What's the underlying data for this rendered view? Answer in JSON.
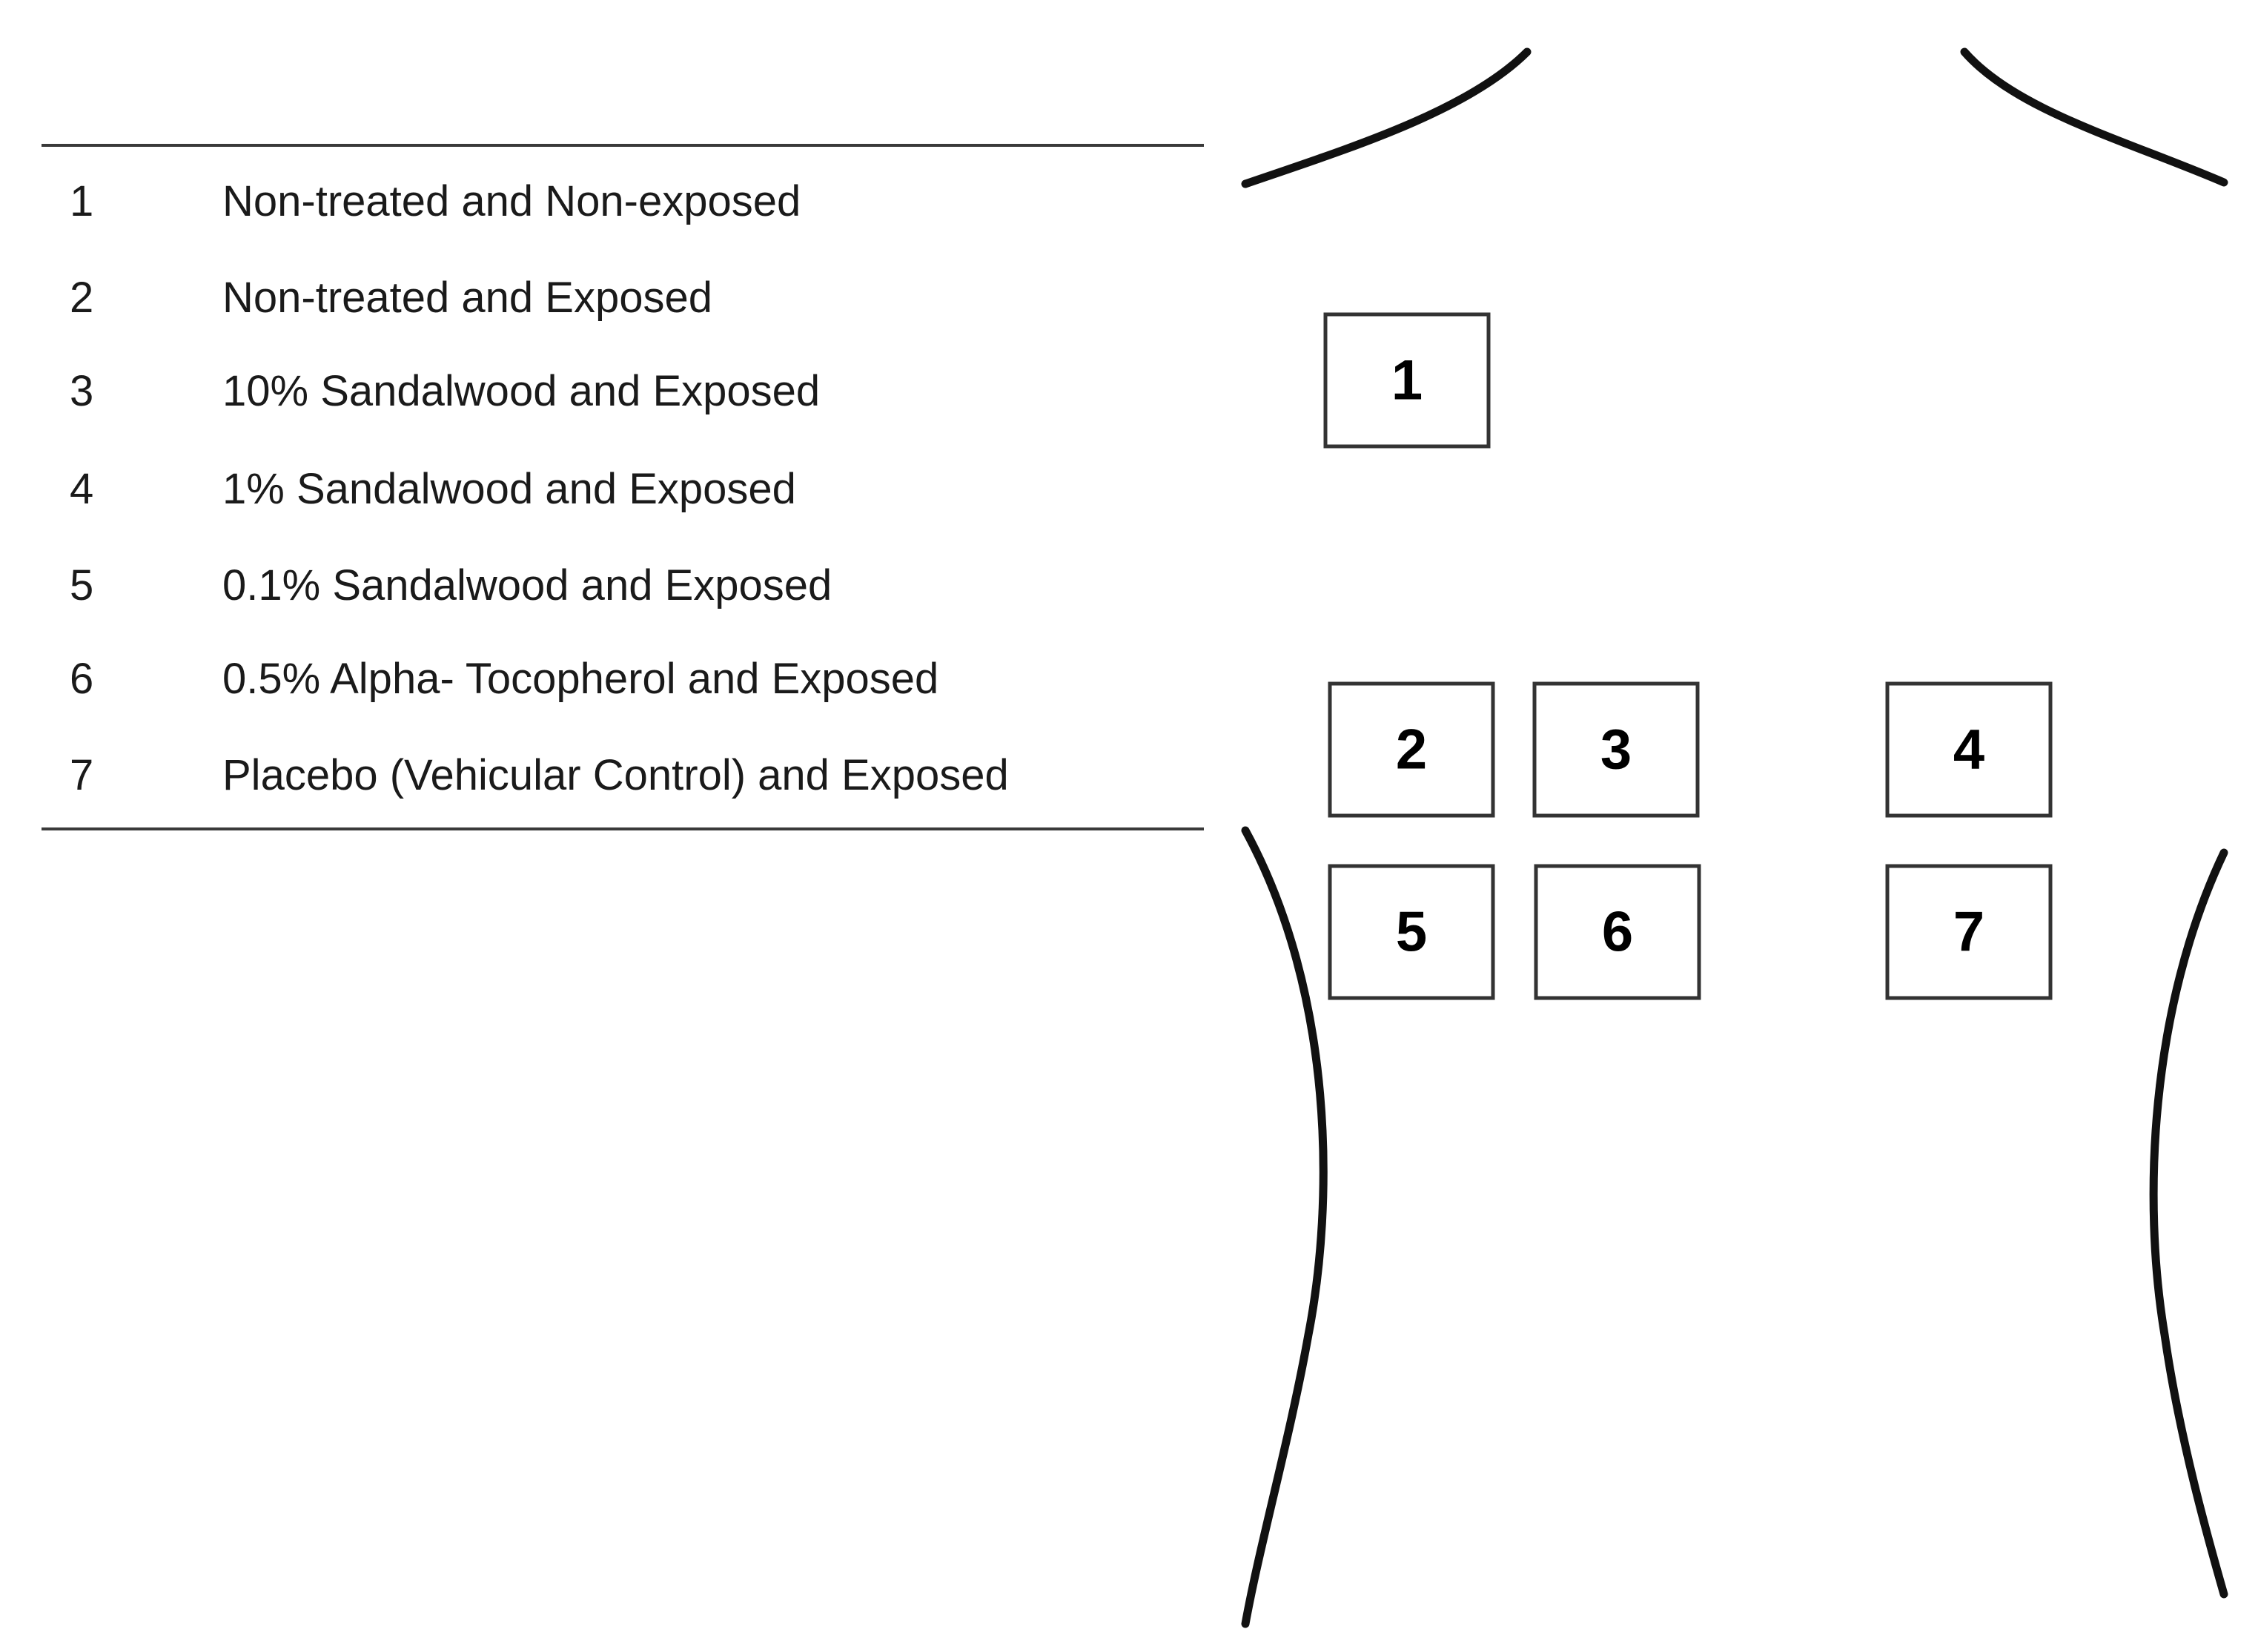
{
  "legend": {
    "items": [
      {
        "number": "1",
        "label": "Non-treated and Non-exposed"
      },
      {
        "number": "2",
        "label": "Non-treated and Exposed"
      },
      {
        "number": "3",
        "label": "10% Sandalwood and Exposed"
      },
      {
        "number": "4",
        "label": "1% Sandalwood and Exposed"
      },
      {
        "number": "5",
        "label": "0.1% Sandalwood and Exposed"
      },
      {
        "number": "6",
        "label": "0.5% Alpha- Tocopherol and Exposed"
      },
      {
        "number": "7",
        "label": "Placebo (Vehicular Control) and Exposed"
      }
    ]
  },
  "diagram": {
    "sites": [
      "1",
      "2",
      "3",
      "4",
      "5",
      "6",
      "7"
    ]
  },
  "colors": {
    "outline": "#111111",
    "box_border": "#333333",
    "rule": "#3a3a3a"
  }
}
